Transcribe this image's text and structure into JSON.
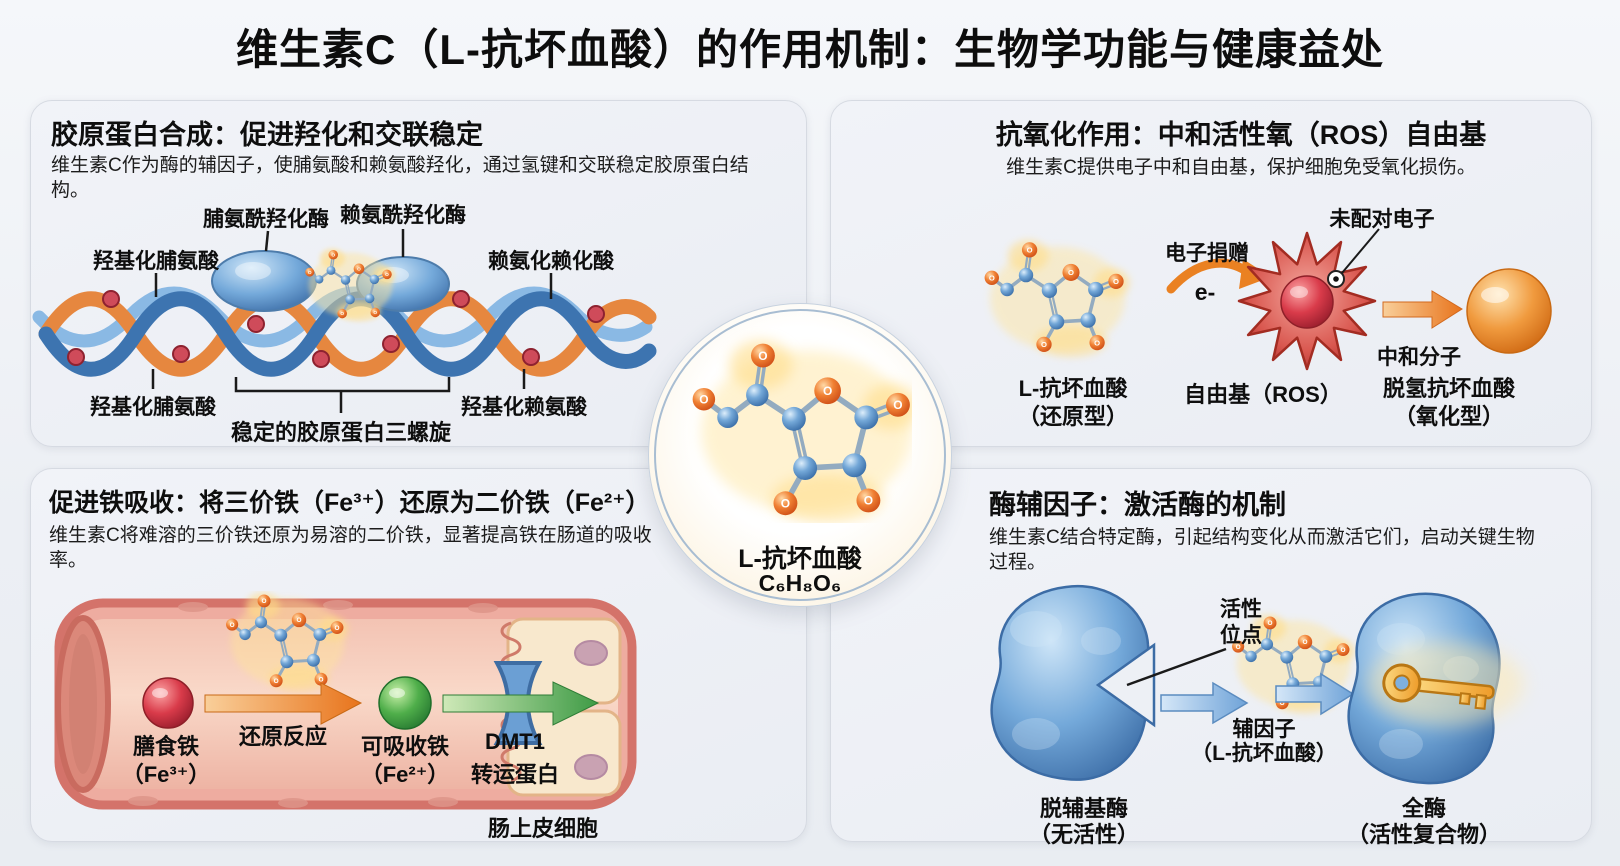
{
  "title": "维生素C（L-抗坏血酸）的作用机制：生物学功能与健康益处",
  "molecule": {
    "oxygen_label": "O"
  },
  "center_badge": {
    "name": "L-抗坏血酸",
    "formula": "C₆H₈O₆"
  },
  "collagen": {
    "heading": "胶原蛋白合成：促进羟化和交联稳定",
    "body": "维生素C作为酶的辅因子，使脯氨酸和赖氨酸羟化，通过氢键和交联稳定胶原蛋白结构。",
    "labels": {
      "prolyl_hydroxylase": "脯氨酰羟化酶",
      "lysyl_hydroxylase": "赖氨酰羟化酶",
      "hydroxyproline_top": "羟基化脯氨酸",
      "hydroxylysine_top": "赖氨化赖化酸",
      "hydroxyproline_bottom": "羟基化脯氨酸",
      "stable_helix": "稳定的胶原蛋白三螺旋",
      "hydroxylysine_bottom": "羟基化赖氨酸"
    }
  },
  "antioxidant": {
    "heading": "抗氧化作用：中和活性氧（ROS）自由基",
    "body": "维生素C提供电子中和自由基，保护细胞免受氧化损伤。",
    "labels": {
      "unpaired_electron": "未配对电子",
      "electron_donation": "电子捐赠",
      "electron": "e-",
      "neutralized_molecule": "中和分子",
      "ascorbate_line1": "L-抗坏血酸",
      "ascorbate_line2": "（还原型）",
      "ros": "自由基（ROS）",
      "dha_line1": "脱氢抗坏血酸",
      "dha_line2": "（氧化型）"
    }
  },
  "iron": {
    "heading": "促进铁吸收：将三价铁（Fe³⁺）还原为二价铁（Fe²⁺）",
    "body": "维生素C将难溶的三价铁还原为易溶的二价铁，显著提高铁在肠道的吸收率。",
    "labels": {
      "dietary_iron_line1": "膳食铁",
      "dietary_iron_line2": "（Fe³⁺）",
      "reduction": "还原反应",
      "absorbable_iron_line1": "可吸收铁",
      "absorbable_iron_line2": "（Fe²⁺）",
      "dmt1_line1": "DMT1",
      "dmt1_line2": "转运蛋白",
      "epithelium": "肠上皮细胞"
    }
  },
  "cofactor": {
    "heading": "酶辅因子：激活酶的机制",
    "body": "维生素C结合特定酶，引起结构变化从而激活它们，启动关键生物过程。",
    "labels": {
      "active_site_line1": "活性",
      "active_site_line2": "位点",
      "cofactor_line1": "辅因子",
      "cofactor_line2": "（L-抗坏血酸）",
      "apoenzyme_line1": "脱辅基酶",
      "apoenzyme_line2": "（无活性）",
      "holoenzyme_line1": "全酶",
      "holoenzyme_line2": "（活性复合物）"
    }
  },
  "colors": {
    "accent_orange": "#e8821f",
    "strand_orange": "#e6873f",
    "strand_blue": "#3d74b0",
    "enzyme_blue": "#74a9da",
    "ros_red": "#c0392b",
    "iron_green": "#4fae4a",
    "intestine_pink": "#eeaca0",
    "arrow_green": "#3f9b46"
  }
}
